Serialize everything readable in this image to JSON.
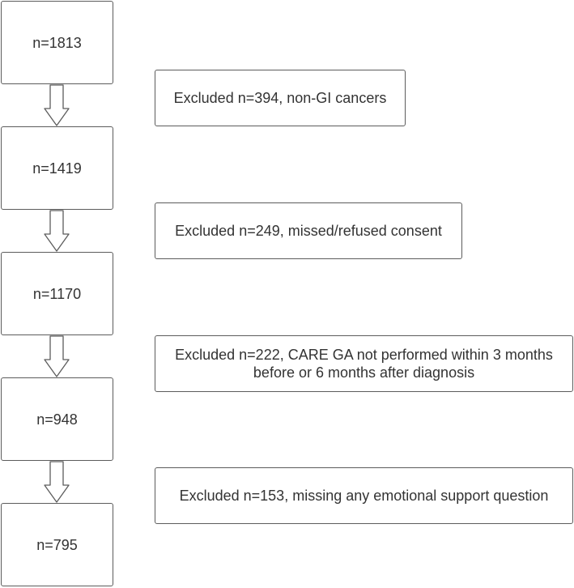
{
  "flow": {
    "counts": [
      {
        "label": "n=1813"
      },
      {
        "label": "n=1419"
      },
      {
        "label": "n=1170"
      },
      {
        "label": "n=948"
      },
      {
        "label": "n=795"
      }
    ],
    "exclusions": [
      {
        "text": "Excluded n=394, non-GI cancers"
      },
      {
        "text": "Excluded n=249, missed/refused consent"
      },
      {
        "text": "Excluded n=222, CARE GA not performed within 3 months before or 6 months after diagnosis"
      },
      {
        "text": "Excluded n=153, missing any emotional support question"
      }
    ]
  }
}
